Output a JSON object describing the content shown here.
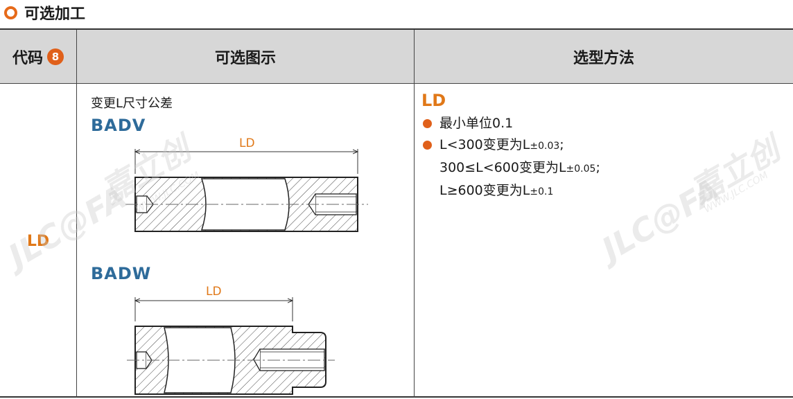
{
  "section": {
    "title": "可选加工"
  },
  "header": {
    "code": "代码",
    "code_badge": "8",
    "figure": "可选图示",
    "method": "选型方法"
  },
  "row": {
    "code": "LD",
    "figure": {
      "caption": "变更L尺寸公差",
      "model_1": "BADV",
      "dim_1": "LD",
      "model_2": "BADW",
      "dim_2": "LD"
    },
    "method": {
      "title": "LD",
      "item_1": "最小单位0.1",
      "item_2_line_1_a": "L<300变更为L",
      "item_2_line_1_sub": "±0.03",
      "item_2_line_1_b": ";",
      "item_2_line_2_a": "300≤L<600变更为L",
      "item_2_line_2_sub": "±0.05",
      "item_2_line_2_b": ";",
      "item_2_line_3_a": "L≥600变更为L",
      "item_2_line_3_sub": "±0.1"
    }
  },
  "watermark": {
    "brand": "JLC@FA",
    "cn": "嘉立创",
    "url": "WWW.JLC.COM"
  },
  "colors": {
    "accent": "#e07818",
    "model_blue": "#2e6b9a",
    "header_bg": "#d7d7d7",
    "bullet": "#e0601a"
  }
}
